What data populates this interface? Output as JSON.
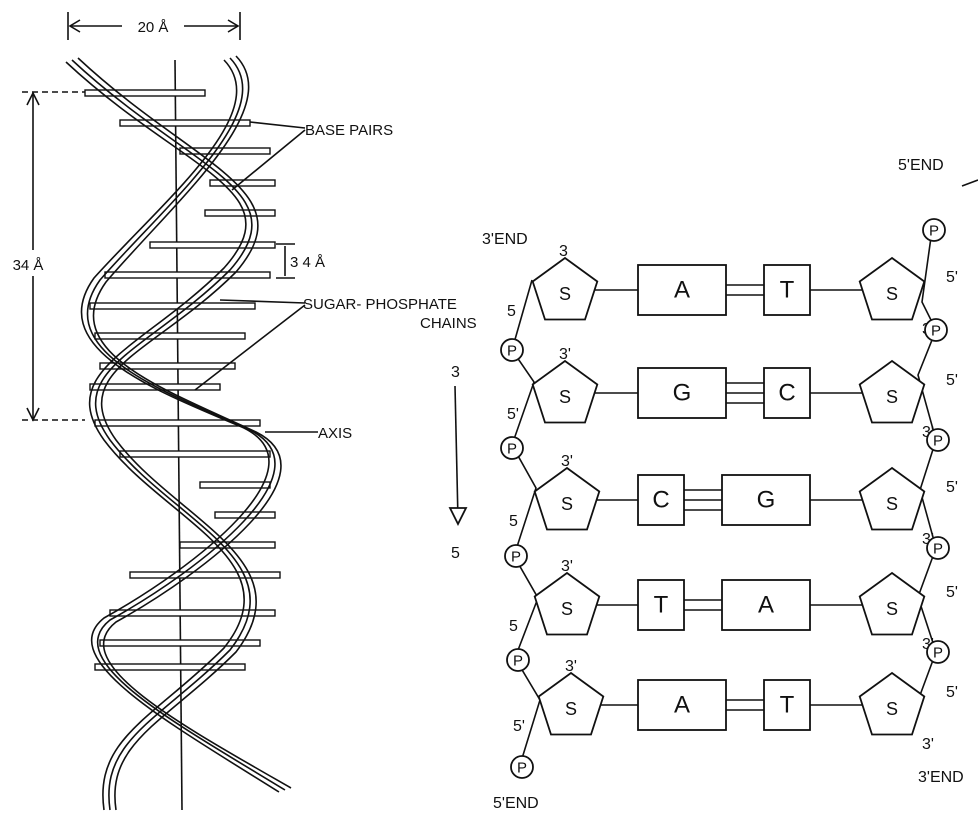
{
  "helix": {
    "width_label": "20 Å",
    "pitch_label": "34 Å",
    "rise_label": "3 4 Å",
    "base_pairs_label": "BASE PAIRS",
    "chains_label_1": "SUGAR- PHOSPHATE",
    "chains_label_2": "CHAINS",
    "axis_label": "AXIS"
  },
  "ladder": {
    "left_top_end": "3'END",
    "right_top_end": "5'END",
    "left_bottom_end": "5'END",
    "right_bottom_end": "3'END",
    "direction_top": "3",
    "direction_bottom": "5",
    "sugar_letter": "S",
    "phosphate_letter": "P",
    "rows": [
      {
        "left": "A",
        "right": "T",
        "bonds": 2,
        "lt": "3",
        "lb": "5",
        "rt": "5'",
        "rb": "3'"
      },
      {
        "left": "G",
        "right": "C",
        "bonds": 3,
        "lt": "3'",
        "lb": "5'",
        "rt": "5'",
        "rb": "3'"
      },
      {
        "left": "C",
        "right": "G",
        "bonds": 3,
        "lt": "3'",
        "lb": "5",
        "rt": "5'",
        "rb": "3'"
      },
      {
        "left": "T",
        "right": "A",
        "bonds": 2,
        "lt": "3'",
        "lb": "5",
        "rt": "5'",
        "rb": "3'"
      },
      {
        "left": "A",
        "right": "T",
        "bonds": 2,
        "lt": "3'",
        "lb": "5'",
        "rt": "5'",
        "rb": "3'"
      }
    ]
  }
}
